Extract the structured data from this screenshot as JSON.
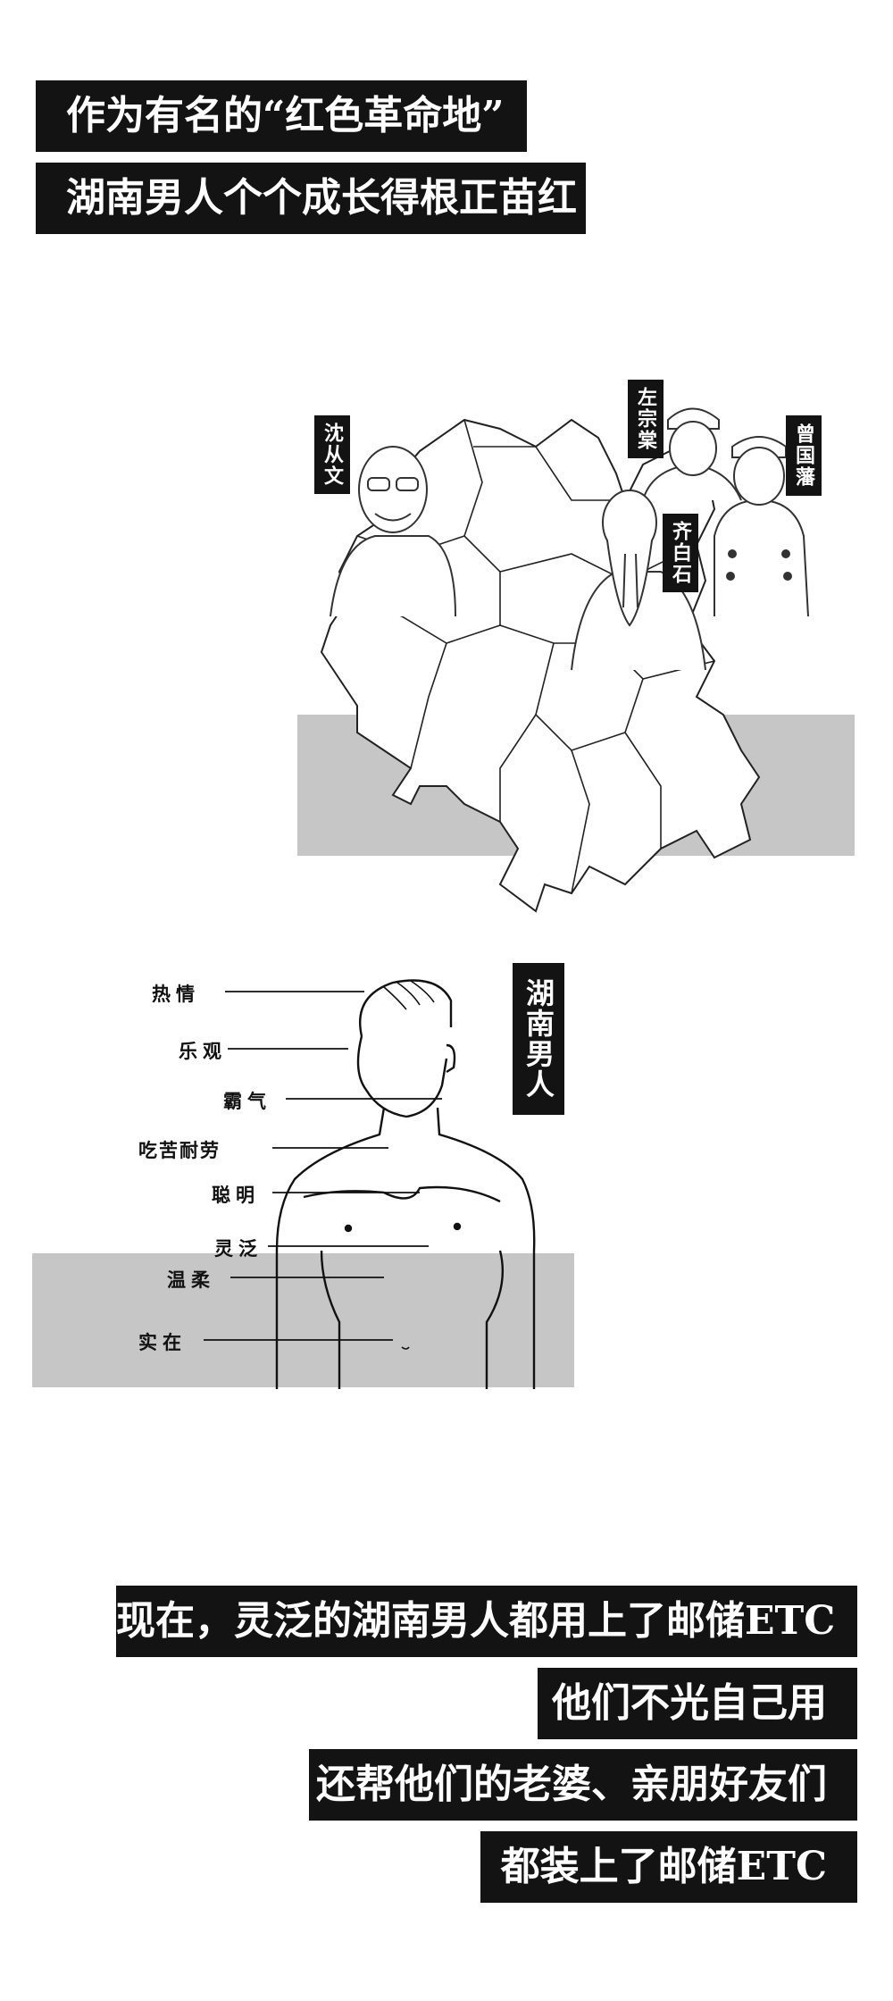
{
  "top_captions": [
    "作为有名的“红色革命地”",
    "湖南男人个个成长得根正苗红"
  ],
  "map": {
    "figures": [
      "沈从文",
      "左宗棠",
      "曾国藩",
      "齐白石"
    ]
  },
  "body_section": {
    "title": "湖南男人",
    "traits": [
      "热情",
      "乐观",
      "霸气",
      "吃苦耐劳",
      "聪明",
      "灵泛",
      "温柔",
      "实在"
    ]
  },
  "bottom_captions": [
    "现在，灵泛的湖南男人都用上了邮储ETC",
    "他们不光自己用",
    "还帮他们的老婆、亲朋好友们",
    "都装上了邮储ETC"
  ]
}
